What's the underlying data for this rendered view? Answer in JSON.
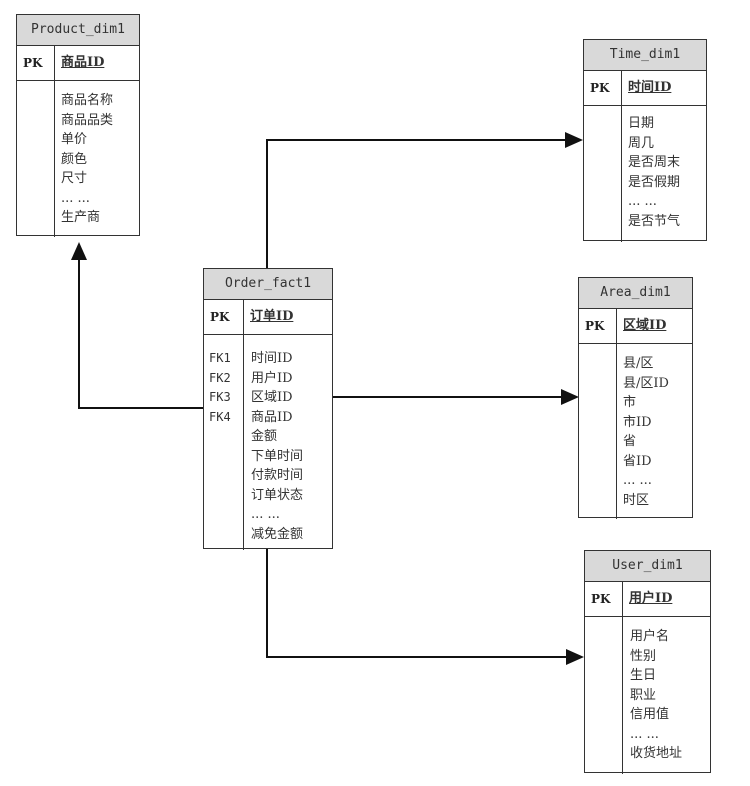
{
  "entities": {
    "product": {
      "name": "Product_dim1",
      "pk_label": "PK",
      "pk_field": "商品ID",
      "fields": [
        "商品名称",
        "商品品类",
        "单价",
        "颜色",
        "尺寸",
        "... ...",
        "生产商"
      ]
    },
    "time": {
      "name": "Time_dim1",
      "pk_label": "PK",
      "pk_field": "时间ID",
      "fields": [
        "日期",
        "周几",
        "是否周末",
        "是否假期",
        "... ...",
        "是否节气"
      ]
    },
    "order": {
      "name": "Order_fact1",
      "pk_label": "PK",
      "pk_field": "订单ID",
      "fk_labels": [
        "FK1",
        "FK2",
        "FK3",
        "FK4"
      ],
      "fields": [
        "时间ID",
        "用户ID",
        "区域ID",
        "商品ID",
        "金额",
        "下单时间",
        "付款时间",
        "订单状态",
        "... ...",
        "减免金额"
      ]
    },
    "area": {
      "name": "Area_dim1",
      "pk_label": "PK",
      "pk_field": "区域ID",
      "fields": [
        "县/区",
        "县/区ID",
        "市",
        "市ID",
        "省",
        "省ID",
        "... ...",
        "时区"
      ]
    },
    "user": {
      "name": "User_dim1",
      "pk_label": "PK",
      "pk_field": "用户ID",
      "fields": [
        "用户名",
        "性别",
        "生日",
        "职业",
        "信用值",
        "... ...",
        "收货地址"
      ]
    }
  }
}
